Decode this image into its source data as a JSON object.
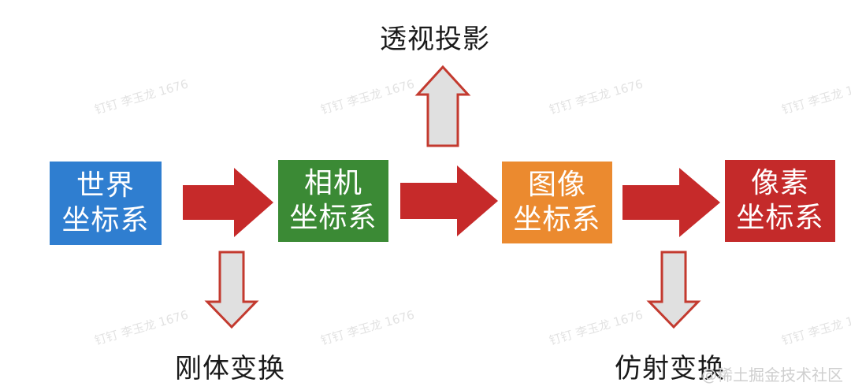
{
  "colors": {
    "world": "#2f7ed0",
    "camera": "#3b8a35",
    "image": "#eb8a2f",
    "pixel": "#c42a2a",
    "arrow_red": "#c62a2a",
    "arrow_gray_fill": "#e0e0e0",
    "arrow_gray_stroke": "#c33a2f"
  },
  "boxes": {
    "world": {
      "line1": "世界",
      "line2": "坐标系"
    },
    "camera": {
      "line1": "相机",
      "line2": "坐标系"
    },
    "image": {
      "line1": "图像",
      "line2": "坐标系"
    },
    "pixel": {
      "line1": "像素",
      "line2": "坐标系"
    }
  },
  "labels": {
    "perspective": "透视投影",
    "rigid": "刚体变换",
    "affine": "仿射变换"
  },
  "watermark": "钉钉 李玉龙 1676",
  "credit": "@稀土掘金技术社区"
}
